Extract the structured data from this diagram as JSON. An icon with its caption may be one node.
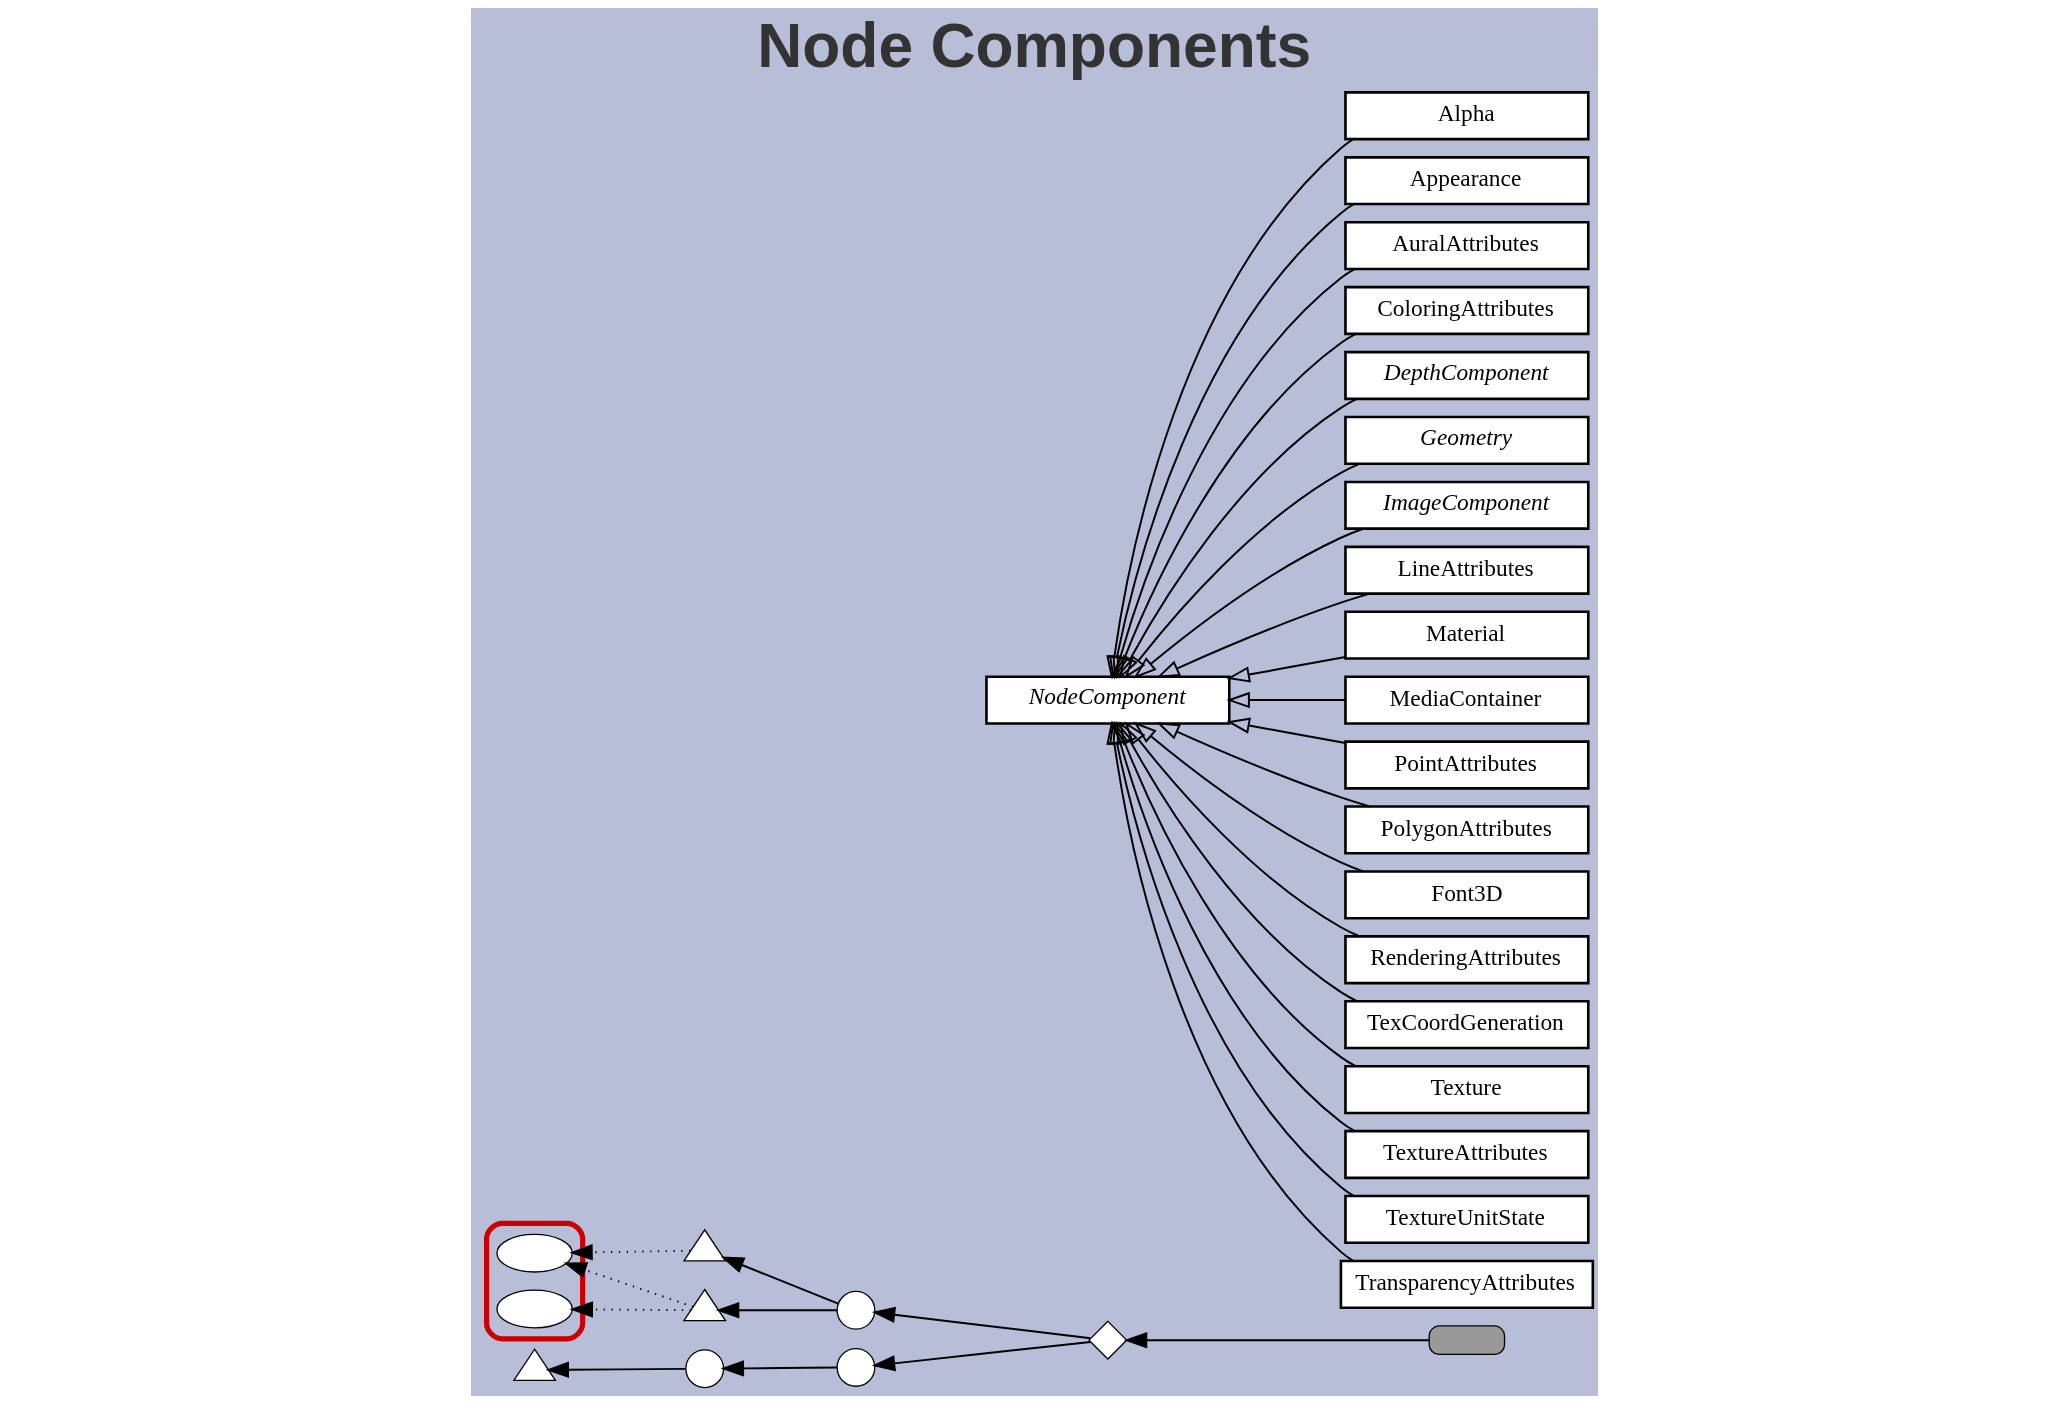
{
  "diagram": {
    "title": "Node Components",
    "nodes": [
      {
        "text": [],
        "shape": "box"
      },
      {
        "text": [],
        "shape": "diamond"
      },
      {
        "text": [],
        "shape": "circle"
      },
      {
        "text": [],
        "shape": "circle"
      },
      {
        "text": [],
        "shape": "triangle"
      },
      {
        "text": [],
        "shape": "triangle"
      },
      {
        "text": [],
        "shape": "circle"
      },
      {
        "text": [],
        "shape": "ellipse"
      },
      {
        "text": [],
        "shape": "ellipse",
        "in": 7
      },
      {
        "text": [],
        "shape": "ellipse",
        "in": 7
      },
      {
        "text": [],
        "shape": "triangle"
      },
      {
        "text": [
          "NodeComponent"
        ]
      },
      {
        "text": [
          "Alpha"
        ]
      },
      {
        "text": [
          "Appearance"
        ]
      },
      {
        "text": [
          "AuralAttributes"
        ]
      },
      {
        "text": [
          "ColoringAttributes"
        ]
      },
      {
        "text": [
          "DepthComponent"
        ]
      },
      {
        "text": [
          "Geometry"
        ]
      },
      {
        "text": [
          "ImageComponent"
        ]
      },
      {
        "text": [
          "LineAttributes"
        ]
      },
      {
        "text": [
          "Material"
        ]
      },
      {
        "text": [
          "MediaContainer"
        ]
      },
      {
        "text": [
          "PointAttributes"
        ]
      },
      {
        "text": [
          "PolygonAttributes"
        ]
      },
      {
        "text": [
          "Font3D"
        ]
      },
      {
        "text": [
          "RenderingAttributes"
        ]
      },
      {
        "text": [
          "TexCoordGeneration"
        ]
      },
      {
        "text": [
          "Texture"
        ]
      },
      {
        "text": [
          "TextureAttributes"
        ]
      },
      {
        "text": [
          "TextureUnitState"
        ]
      },
      {
        "text": [
          "TransparencyAttributes"
        ]
      }
    ],
    "edges": [
      {
        "from": 0,
        "to": 1,
        "arrow": "to"
      },
      {
        "from": 1,
        "to": 2,
        "arrow": "to"
      },
      {
        "from": 1,
        "to": 3,
        "arrow": "to"
      },
      {
        "from": 2,
        "to": 4,
        "arrow": "to"
      },
      {
        "from": 2,
        "to": 5,
        "arrow": "to"
      },
      {
        "from": 3,
        "to": 6,
        "arrow": "to"
      },
      {
        "from": 6,
        "to": 10,
        "arrow": "to"
      },
      {
        "from": 4,
        "to": 8,
        "arrow": "to",
        "style": "dashed"
      },
      {
        "from": 5,
        "to": 8,
        "arrow": "to",
        "style": "dashed"
      },
      {
        "from": 5,
        "to": 9,
        "arrow": "to",
        "style": "dashed"
      },
      {
        "from": 12,
        "to": 11,
        "arrow": "to"
      },
      {
        "from": 13,
        "to": 11,
        "arrow": "to"
      },
      {
        "from": 14,
        "to": 11,
        "arrow": "to"
      },
      {
        "from": 15,
        "to": 11,
        "arrow": "to"
      },
      {
        "from": 16,
        "to": 11,
        "arrow": "to"
      },
      {
        "from": 17,
        "to": 11,
        "arrow": "to"
      },
      {
        "from": 18,
        "to": 11,
        "arrow": "to"
      },
      {
        "from": 19,
        "to": 11,
        "arrow": "to"
      },
      {
        "from": 20,
        "to": 11,
        "arrow": "to"
      },
      {
        "from": 21,
        "to": 11,
        "arrow": "to"
      },
      {
        "from": 22,
        "to": 11,
        "arrow": "to"
      },
      {
        "from": 23,
        "to": 11,
        "arrow": "to"
      },
      {
        "from": 24,
        "to": 11,
        "arrow": "to"
      },
      {
        "from": 25,
        "to": 11,
        "arrow": "to"
      },
      {
        "from": 26,
        "to": 11,
        "arrow": "to"
      },
      {
        "from": 27,
        "to": 11,
        "arrow": "to"
      },
      {
        "from": 28,
        "to": 11,
        "arrow": "to"
      },
      {
        "from": 29,
        "to": 11,
        "arrow": "to"
      },
      {
        "from": 30,
        "to": 11,
        "arrow": "to"
      }
    ]
  }
}
